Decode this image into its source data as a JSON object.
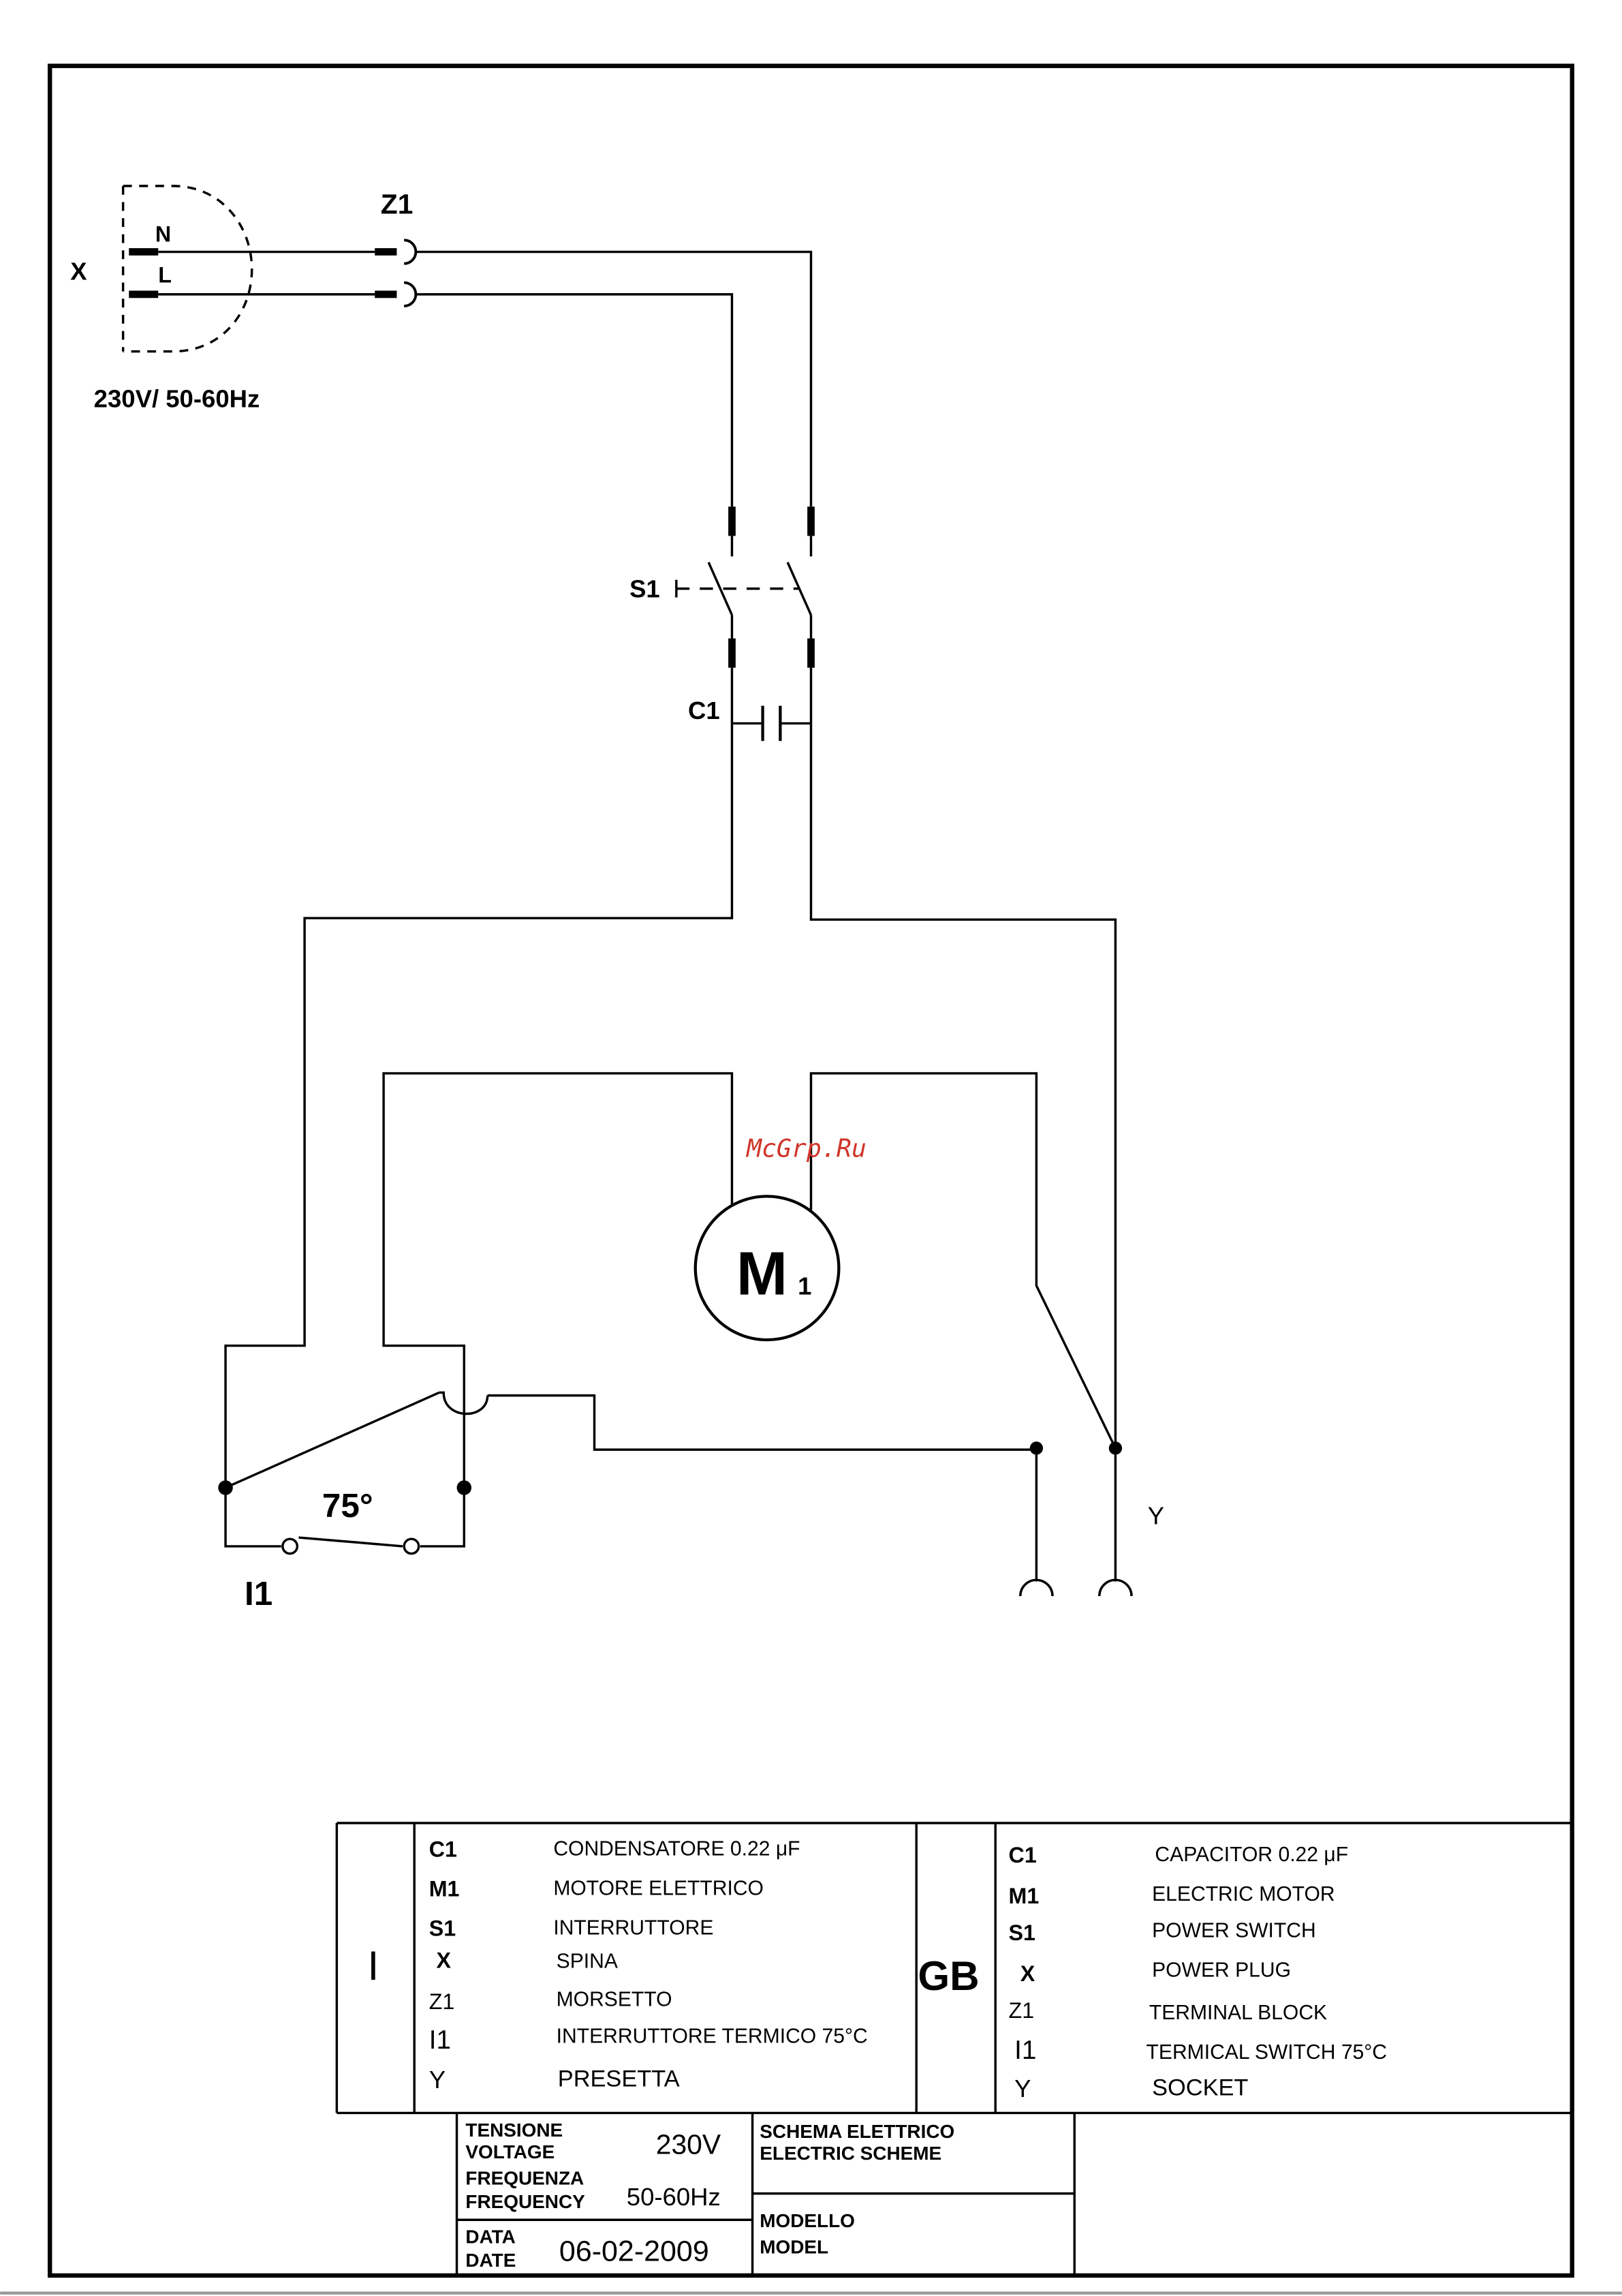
{
  "diagram": {
    "plug": {
      "id": "X",
      "neutral": "N",
      "line": "L",
      "rating": "230V/ 50-60Hz"
    },
    "terminal": "Z1",
    "switch": "S1",
    "capacitor": "C1",
    "motor": {
      "letter": "M",
      "index": "1"
    },
    "thermal_switch": {
      "id": "I1",
      "temperature": "75°"
    },
    "socket": "Y",
    "watermark": "McGrp.Ru"
  },
  "legend": {
    "it": {
      "lang": "I",
      "items": [
        {
          "code": "C1",
          "text": "CONDENSATORE  0.22  μF"
        },
        {
          "code": "M1",
          "text": "MOTORE ELETTRICO"
        },
        {
          "code": "S1",
          "text": "INTERRUTTORE"
        },
        {
          "code": "X",
          "text": "SPINA"
        },
        {
          "code": "Z1",
          "text": "MORSETTO"
        },
        {
          "code": "I1",
          "text": "INTERRUTTORE TERMICO 75°C"
        },
        {
          "code": "Y",
          "text": "PRESETTA"
        }
      ]
    },
    "gb": {
      "lang": "GB",
      "items": [
        {
          "code": "C1",
          "text": "CAPACITOR  0.22  μF"
        },
        {
          "code": "M1",
          "text": "ELECTRIC MOTOR"
        },
        {
          "code": "S1",
          "text": "POWER SWITCH"
        },
        {
          "code": "X",
          "text": "POWER PLUG"
        },
        {
          "code": "Z1",
          "text": "TERMINAL BLOCK"
        },
        {
          "code": "I1",
          "text": "TERMICAL SWITCH 75°C"
        },
        {
          "code": "Y",
          "text": "SOCKET"
        }
      ]
    }
  },
  "title_block": {
    "voltage_label_it": "TENSIONE",
    "voltage_label_en": "VOLTAGE",
    "voltage_value": "230V",
    "frequency_label_it": "FREQUENZA",
    "frequency_label_en": "FREQUENCY",
    "frequency_value": "50-60Hz",
    "date_label_it": "DATA",
    "date_label_en": "DATE",
    "date_value": "06-02-2009",
    "scheme_it": "SCHEMA ELETTRICO",
    "scheme_en": "ELECTRIC SCHEME",
    "model_it": "MODELLO",
    "model_en": "MODEL"
  }
}
